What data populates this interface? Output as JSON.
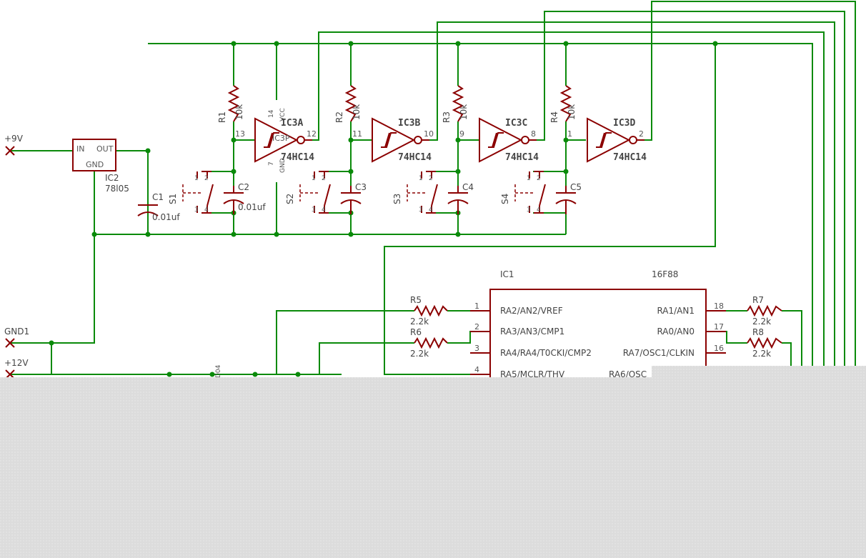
{
  "supplies": {
    "v9": "+9V",
    "gnd1": "GND1",
    "v12": "+12V"
  },
  "regulator": {
    "name": "IC2",
    "value": "78l05",
    "pin_in": "IN",
    "pin_out": "OUT",
    "pin_gnd": "GND"
  },
  "inverters": [
    {
      "name": "IC3A",
      "value": "74HC14",
      "in_pin": "13",
      "out_pin": "12",
      "overlap": "IC3P"
    },
    {
      "name": "IC3B",
      "value": "74HC14",
      "in_pin": "11",
      "out_pin": "10"
    },
    {
      "name": "IC3C",
      "value": "74HC14",
      "in_pin": "9",
      "out_pin": "8"
    },
    {
      "name": "IC3D",
      "value": "74HC14",
      "in_pin": "1",
      "out_pin": "2"
    }
  ],
  "power_pins": {
    "vcc_num": "14",
    "vcc": "VCC",
    "gnd_num": "7",
    "gnd": "GND"
  },
  "pullups": [
    {
      "name": "R1",
      "value": "10k"
    },
    {
      "name": "R2",
      "value": "10k"
    },
    {
      "name": "R3",
      "value": "10k"
    },
    {
      "name": "R4",
      "value": "10k"
    }
  ],
  "capacitors": [
    {
      "name": "C1",
      "value": "0.01uf"
    },
    {
      "name": "C2",
      "value": "0.01uf"
    },
    {
      "name": "C3",
      "value": ""
    },
    {
      "name": "C4",
      "value": ""
    },
    {
      "name": "C5",
      "value": ""
    }
  ],
  "switches": [
    {
      "name": "S1",
      "pins": [
        "1",
        "2",
        "3",
        "4"
      ]
    },
    {
      "name": "S2",
      "pins": [
        "1",
        "2",
        "3",
        "4"
      ]
    },
    {
      "name": "S3",
      "pins": [
        "1",
        "2",
        "3",
        "4"
      ]
    },
    {
      "name": "S4",
      "pins": [
        "1",
        "2",
        "3",
        "4"
      ]
    }
  ],
  "mcu": {
    "name": "IC1",
    "value": "16F88",
    "left_pins": [
      {
        "num": "1",
        "label": "RA2/AN2/VREF"
      },
      {
        "num": "2",
        "label": "RA3/AN3/CMP1"
      },
      {
        "num": "3",
        "label": "RA4/RA4/T0CKI/CMP2"
      },
      {
        "num": "4",
        "label": "RA5/MCLR/THV"
      }
    ],
    "right_pins": [
      {
        "num": "18",
        "label": "RA1/AN1"
      },
      {
        "num": "17",
        "label": "RA0/AN0"
      },
      {
        "num": "16",
        "label": "RA7/OSC1/CLKIN"
      },
      {
        "num": "",
        "label": "RA6/OSC"
      }
    ]
  },
  "mcu_resistors": [
    {
      "name": "R5",
      "value": "2.2k"
    },
    {
      "name": "R6",
      "value": "2.2k"
    },
    {
      "name": "R7",
      "value": "2.2k"
    },
    {
      "name": "R8",
      "value": "2.2k"
    }
  ],
  "partial_label": "D04",
  "colors": {
    "wire": "#0a8a0a",
    "part": "#8b0000",
    "overlay": "#dcdcdc"
  }
}
